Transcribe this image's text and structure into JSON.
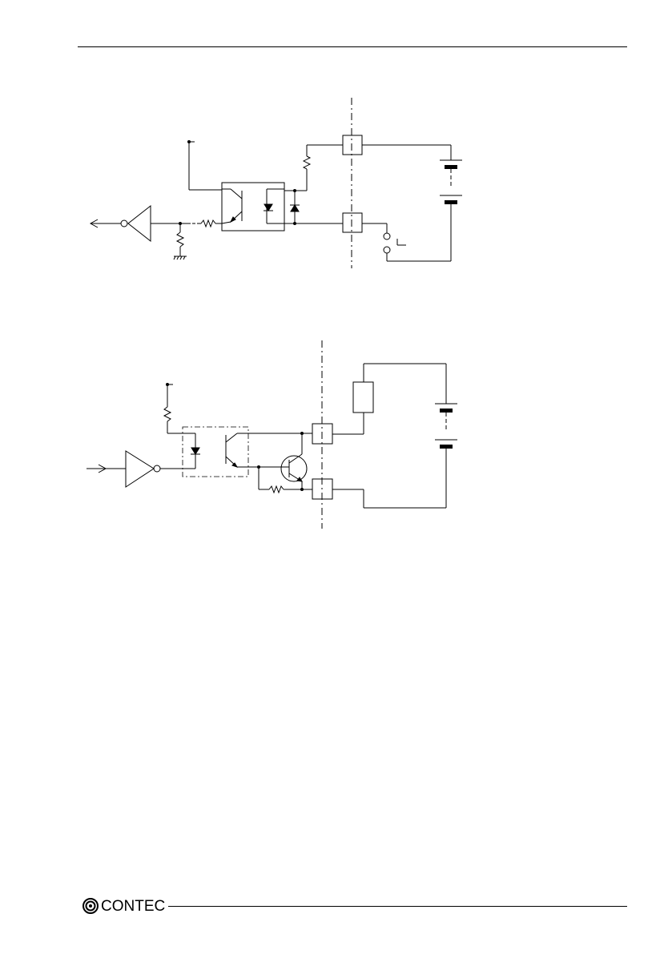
{
  "footer": {
    "brand_name": "CONTEC"
  },
  "diagrams": [
    {
      "name": "input-circuit"
    },
    {
      "name": "output-circuit"
    }
  ]
}
